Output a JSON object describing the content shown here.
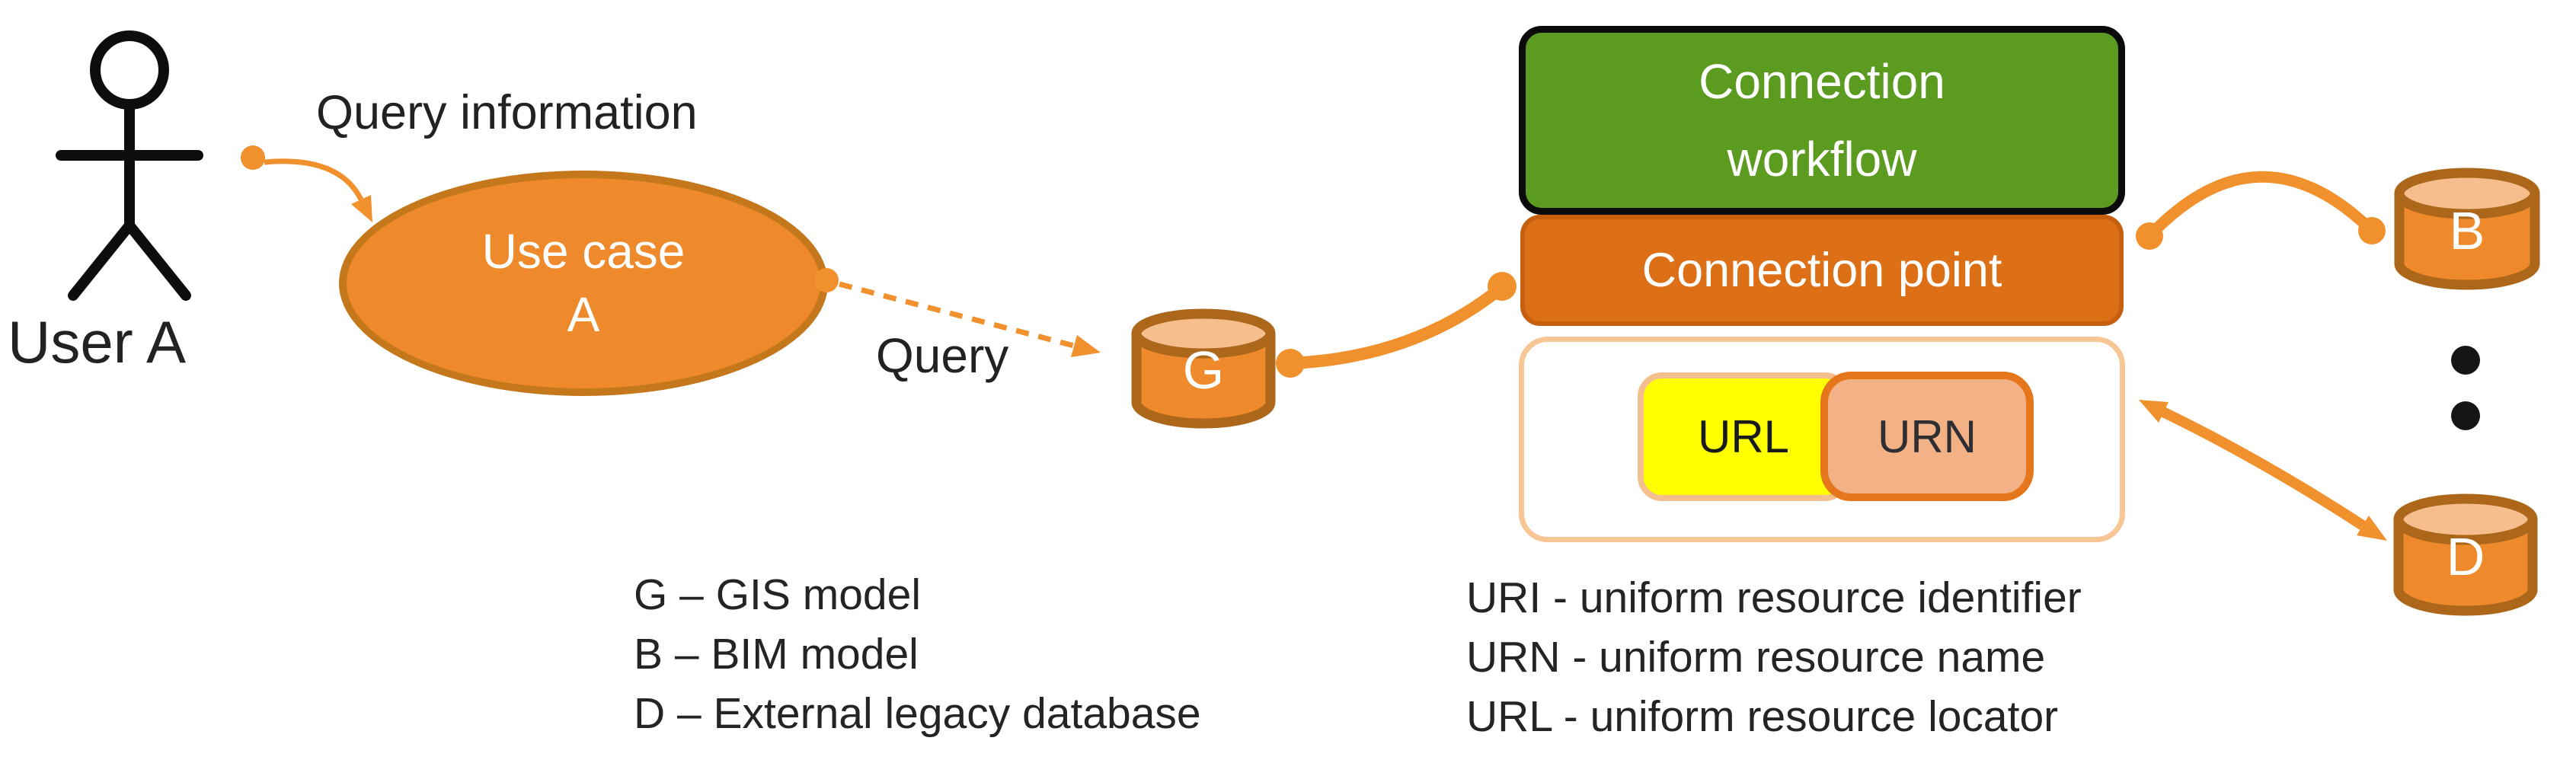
{
  "actor": {
    "label": "User A"
  },
  "edges": {
    "user_to_usecase_label": "Query information",
    "usecase_to_g_label": "Query"
  },
  "use_case": {
    "line1": "Use case",
    "line2": "A"
  },
  "workflow_box": {
    "line1": "Connection",
    "line2": "workflow"
  },
  "connection_point": {
    "label": "Connection point"
  },
  "uri_group": {
    "url_label": "URL",
    "urn_label": "URN"
  },
  "cylinders": {
    "g": "G",
    "b": "B",
    "d": "D"
  },
  "legend_left": {
    "items": [
      "G – GIS model",
      "B – BIM model",
      "D – External legacy database"
    ]
  },
  "legend_right": {
    "items": [
      "URI - uniform resource identifier",
      "URN - uniform resource name",
      "URL - uniform resource locator"
    ]
  },
  "colors": {
    "orange_fill": "#EE8A2B",
    "orange_border": "#AC671B",
    "cylinder_top": "#F6BE8C",
    "connector_orange": "#F0912D",
    "green_box": "#5B9B20",
    "connection_point_box": "#DD6F16",
    "uri_container_border": "#F7C694",
    "url_yellow": "#FFFF00",
    "urn_peach": "#F2B286",
    "urn_border": "#E5761C",
    "dot_black": "#151515"
  }
}
